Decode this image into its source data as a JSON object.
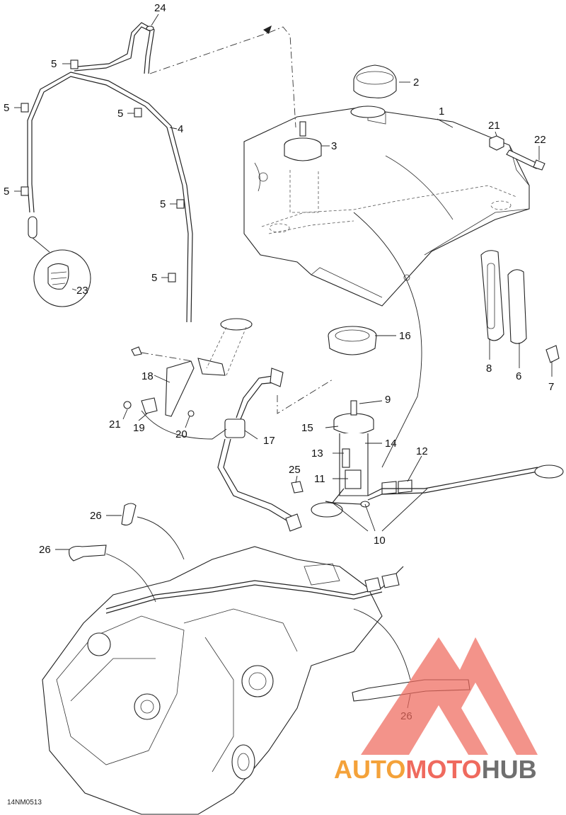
{
  "diagram": {
    "reference_code": "14NM0513",
    "callouts": [
      {
        "id": "c1",
        "text": "1"
      },
      {
        "id": "c2",
        "text": "2"
      },
      {
        "id": "c3",
        "text": "3"
      },
      {
        "id": "c4",
        "text": "4"
      },
      {
        "id": "c5a",
        "text": "5"
      },
      {
        "id": "c5b",
        "text": "5"
      },
      {
        "id": "c5c",
        "text": "5"
      },
      {
        "id": "c5d",
        "text": "5"
      },
      {
        "id": "c5e",
        "text": "5"
      },
      {
        "id": "c5f",
        "text": "5"
      },
      {
        "id": "c6",
        "text": "6"
      },
      {
        "id": "c7",
        "text": "7"
      },
      {
        "id": "c8",
        "text": "8"
      },
      {
        "id": "c9",
        "text": "9"
      },
      {
        "id": "c10",
        "text": "10"
      },
      {
        "id": "c11",
        "text": "11"
      },
      {
        "id": "c12",
        "text": "12"
      },
      {
        "id": "c13",
        "text": "13"
      },
      {
        "id": "c14",
        "text": "14"
      },
      {
        "id": "c15",
        "text": "15"
      },
      {
        "id": "c16",
        "text": "16"
      },
      {
        "id": "c17",
        "text": "17"
      },
      {
        "id": "c18",
        "text": "18"
      },
      {
        "id": "c19",
        "text": "19"
      },
      {
        "id": "c20",
        "text": "20"
      },
      {
        "id": "c21a",
        "text": "21"
      },
      {
        "id": "c21b",
        "text": "21"
      },
      {
        "id": "c22",
        "text": "22"
      },
      {
        "id": "c23",
        "text": "23"
      },
      {
        "id": "c24",
        "text": "24"
      },
      {
        "id": "c25",
        "text": "25"
      },
      {
        "id": "c26a",
        "text": "26"
      },
      {
        "id": "c26b",
        "text": "26"
      },
      {
        "id": "c26c",
        "text": "26"
      }
    ]
  },
  "watermark": {
    "part1": "AUTO",
    "part2": "MOTO",
    "part3": "HUB",
    "colors": {
      "auto": "#f4a23a",
      "moto": "#ef6a5e",
      "hub": "#6f6f6f",
      "triangle": "#ef6a5e"
    }
  }
}
